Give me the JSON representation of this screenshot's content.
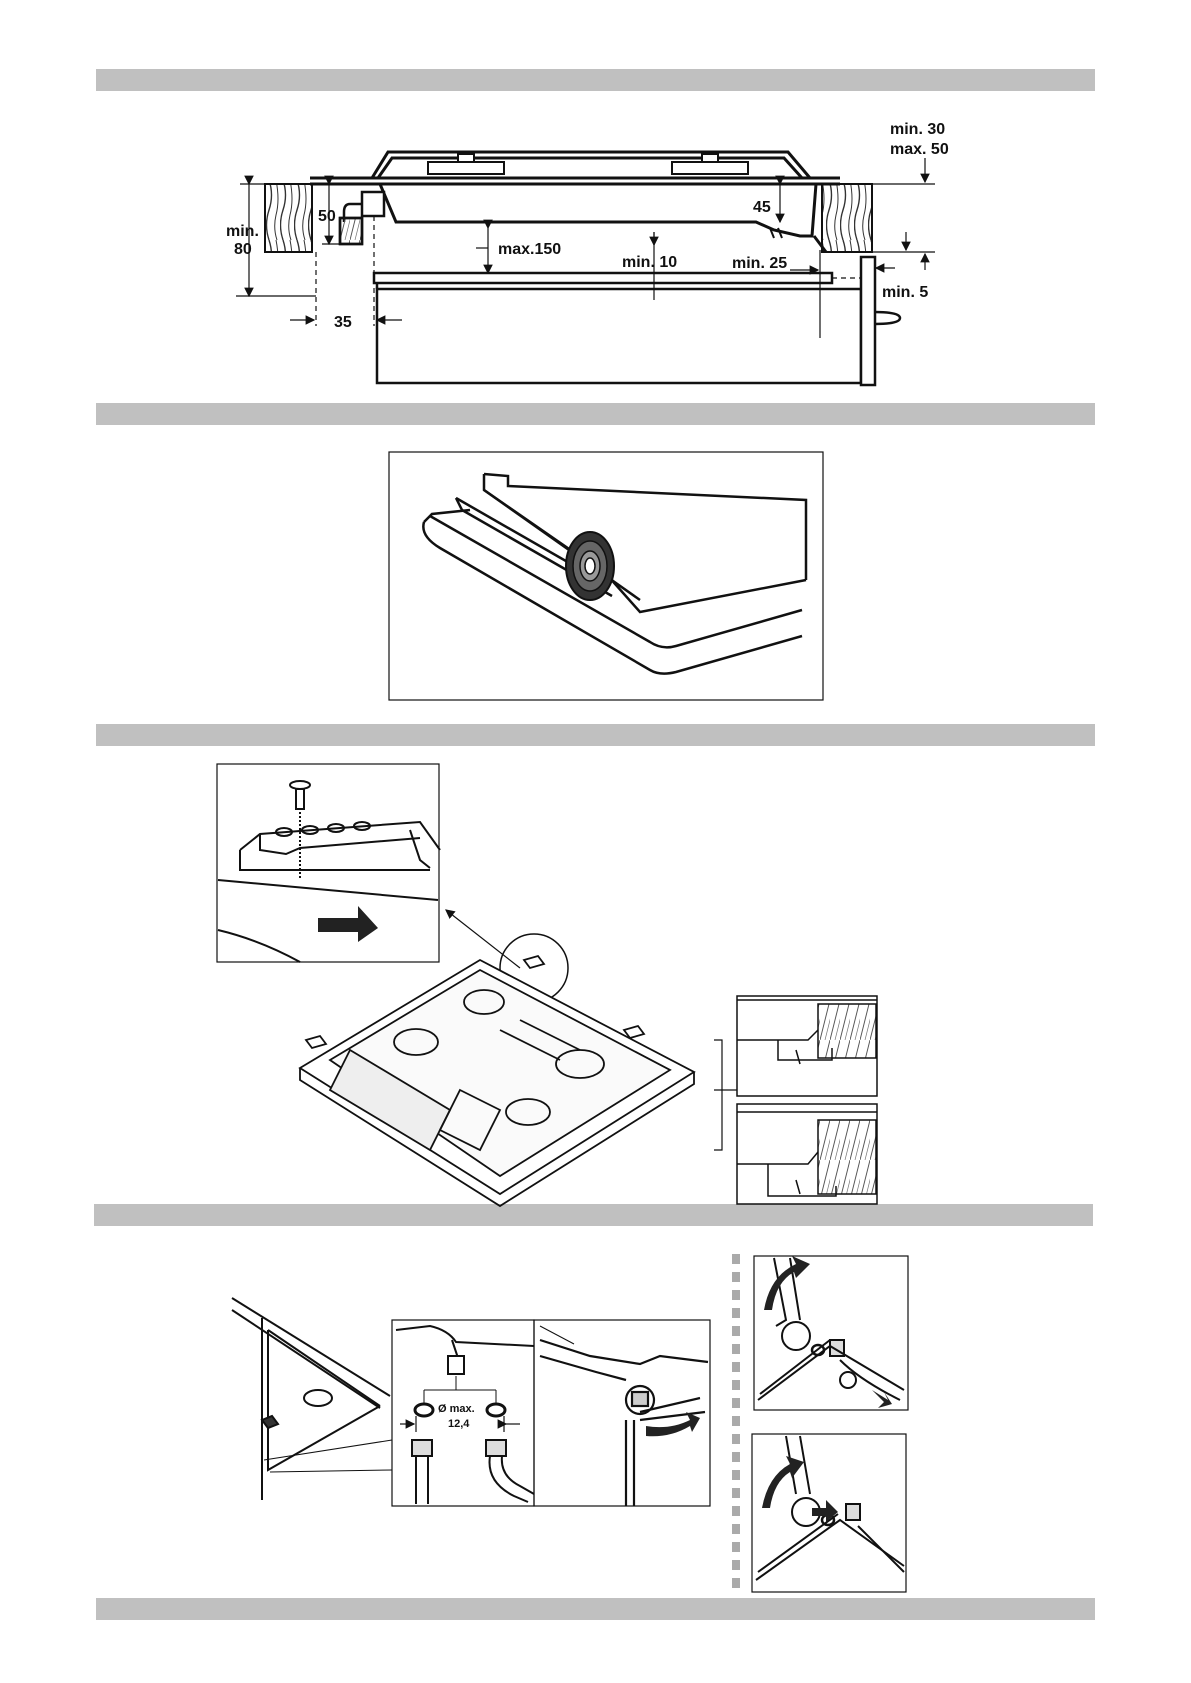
{
  "colors": {
    "band": "#c0c0c0",
    "line": "#111111",
    "wood": "#f4f1ea",
    "bg": "#ffffff"
  },
  "figure1": {
    "top_clearance_min": "min. 30",
    "top_clearance_max": "max. 50",
    "height_50": "50",
    "height_45": "45",
    "worktop_min": "min.",
    "worktop_80": "80",
    "gap_max150": "max.150",
    "gap_min10": "min. 10",
    "gap_min25": "min. 25",
    "gap_min5": "min. 5",
    "offset_35": "35"
  },
  "figure4": {
    "diameter_label": "Ø max.",
    "diameter_value": "12,4"
  },
  "icons": [
    "wrench-icon",
    "rotate-arrow-icon",
    "push-arrow-icon",
    "gasket-icon",
    "screw-icon",
    "bracket-icon"
  ]
}
